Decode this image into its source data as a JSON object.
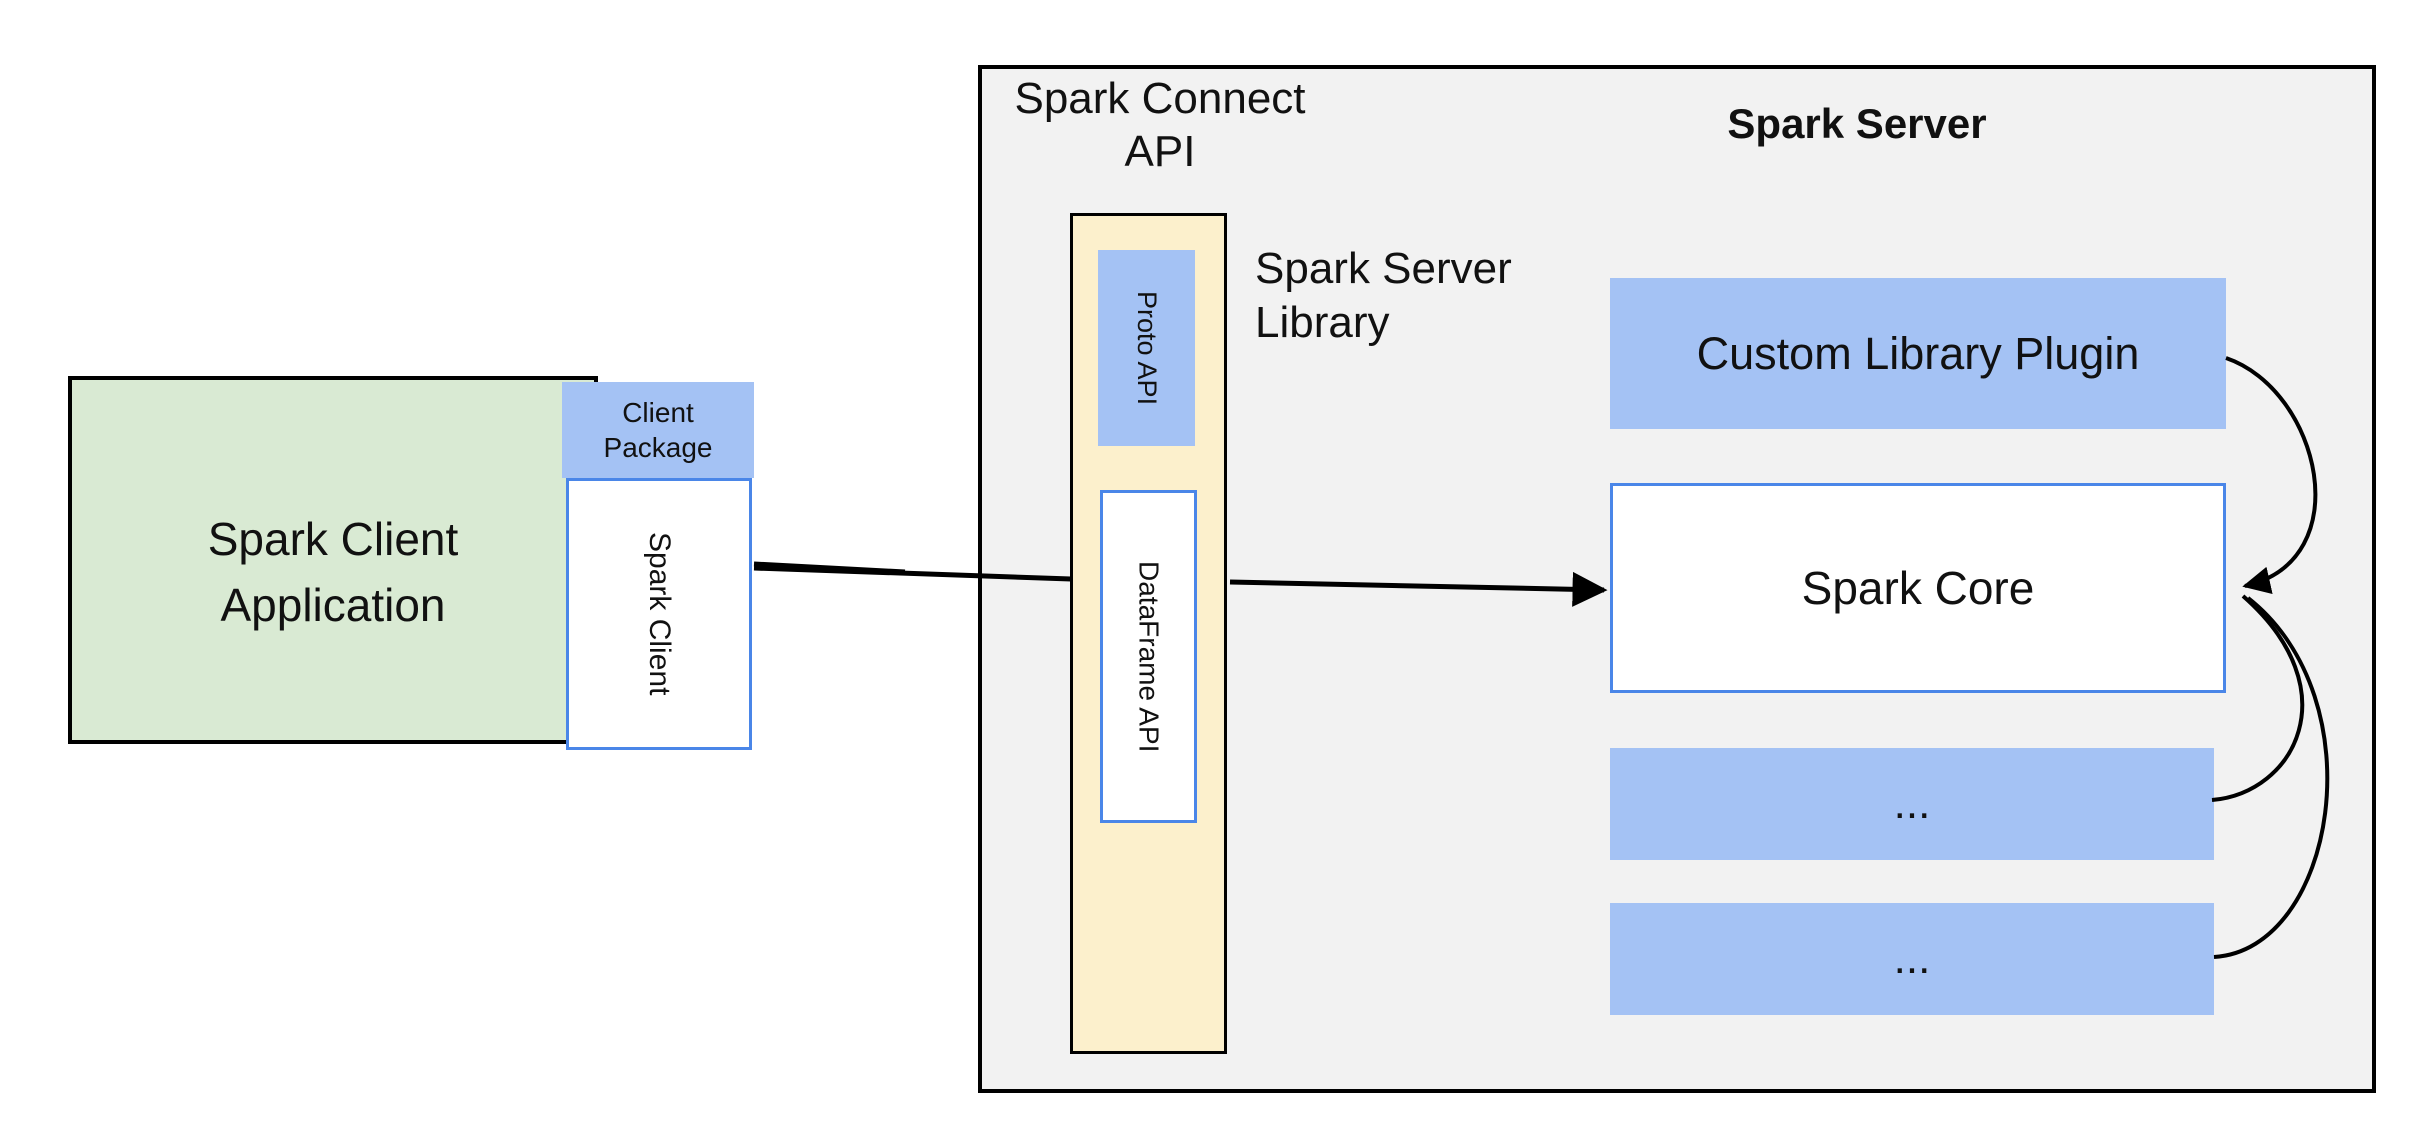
{
  "diagram": {
    "client_app": {
      "label": "Spark Client\nApplication"
    },
    "client_package": {
      "label": "Client\nPackage"
    },
    "spark_client": {
      "label": "Spark Client"
    },
    "spark_connect_api": {
      "label": "Spark Connect\nAPI"
    },
    "proto_api": {
      "label": "Proto  API"
    },
    "dataframe_api": {
      "label": "DataFrame API"
    },
    "spark_server_library": {
      "label": "Spark Server\nLibrary"
    },
    "spark_server": {
      "title": "Spark Server"
    },
    "custom_library_plugin": {
      "label": "Custom Library Plugin"
    },
    "spark_core": {
      "label": "Spark Core"
    },
    "plugin_slot_1": {
      "label": "..."
    },
    "plugin_slot_2": {
      "label": "..."
    }
  },
  "colors": {
    "green_fill": "#d9ead3",
    "blue_fill": "#a4c2f4",
    "yellow_fill": "#fcf0cc",
    "gray_fill": "#f2f2f2",
    "blue_border": "#4a86e8",
    "line_color": "#000000"
  }
}
